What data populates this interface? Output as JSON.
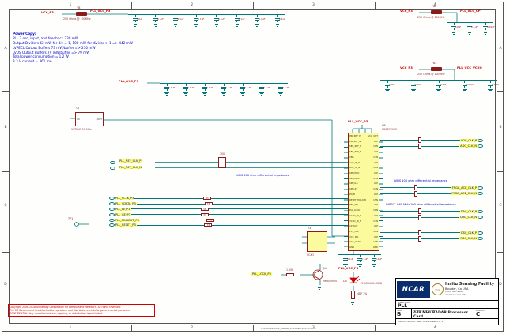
{
  "sheet": {
    "cols": [
      "1",
      "2",
      "3",
      "4"
    ],
    "rows": [
      "A",
      "B",
      "C",
      "D"
    ],
    "file_path": "C:\\EDA\\449MHz_RADAR_Processor\\PLL.SchDoc"
  },
  "notes": {
    "title": "Power Copy:",
    "lines": [
      "PLL 3 osc, input, and feedback 330 mW",
      "Output Dividers 62 mW for div = 1, 100 mW for divider > 1 => 442 mW",
      "LVPECL Output Buffers 73 mW/buffer => 230 mW",
      "LVDS Output Buffers 79 mW/buffer => 79 mW",
      "Total power consumption = 1.2 W",
      "3.3 V current = 361 mA"
    ]
  },
  "power": {
    "fb1": {
      "ref": "FB1",
      "value": "250 Ohms @ 100MHz",
      "net_in": "VCC_P3",
      "net_out": "PLL_VCC_P3"
    },
    "fb2": {
      "ref": "FB2",
      "value": "250 Ohms @ 100MHz",
      "net_in": "VCC_P3",
      "net_out": "PLL_VCC_CP"
    },
    "fb3": {
      "ref": "FB3",
      "value": "250 Ohms @ 100MHz",
      "net_in": "VCC_P3",
      "net_out": "PLL_VCC_VCXO"
    }
  },
  "cap_banks": {
    "bank1": {
      "net": "PLL_VCC_P3",
      "caps": [
        "10uF",
        "0.1uF",
        "0.1uF",
        "0.1uF",
        "0.1uF",
        "0.1uF",
        "0.1uF",
        "0.1uF"
      ]
    },
    "bank2": {
      "net": "PLL_VCC_P3",
      "caps": [
        "0.1uF",
        "0.1uF",
        "0.1uF",
        "0.1uF",
        "0.1uF",
        "0.1uF",
        "0.1uF"
      ]
    },
    "bank3": {
      "caps": [
        "10uF",
        "0.1uF",
        "0.01uF"
      ]
    },
    "bank4": {
      "caps": [
        "10uF",
        "0.1uF",
        "0.1uF",
        "0.01uF",
        "0.01uF"
      ]
    },
    "bank5": {
      "caps": [
        "0.1uF",
        "0.1uF",
        "0.1uF"
      ]
    }
  },
  "vcxo": {
    "ref": "Y2",
    "value": "VCTCXO 10 MHz",
    "pin_vc": "VC",
    "pin_out": "OUT"
  },
  "osc2": {
    "ref": "Y3",
    "value": "VCXO"
  },
  "testpoint": {
    "ref": "TP1"
  },
  "refclk": {
    "p": "PLL_REF_CLK_P",
    "n": "PLL_REF_CLK_N",
    "term": "100",
    "note": "LVDS 100 ohm differential impedance"
  },
  "spi": {
    "items": [
      {
        "name": "PLL_SCLK_P3",
        "r": "33"
      },
      {
        "name": "PLL_SDATA_P3",
        "r": "33"
      },
      {
        "name": "PLL_LE_P3",
        "r": "33"
      },
      {
        "name": "PLL_CE_P3",
        "r": "33"
      },
      {
        "name": "PLL_MUXOUT_P3",
        "r": "33"
      },
      {
        "name": "PLL_RESET_P3",
        "r": "33"
      }
    ]
  },
  "chip": {
    "ref": "U6",
    "part": "CDCE72010",
    "top_net": "PLL_VCC_P3",
    "left_pins": [
      "PRI_REF_P",
      "PRI_REF_N",
      "SEC_REF_P",
      "SEC_REF_N",
      "VBB",
      "AUX_IN_P",
      "AUX_IN_N",
      "SPI_MISO",
      "SPI_MOSI",
      "SPI_CLK",
      "SPI_LE",
      "PD_B",
      "RESET_HOLD_B",
      "REF_SEL",
      "PLL_LOCK",
      "VCXO_IN_P",
      "VCXO_IN_N",
      "CP_OUT",
      "EXT_CAP",
      "VCC_PLL",
      "VCC_VCXO",
      "GND"
    ],
    "right_pins": [
      "VCC_OUT",
      "U0P",
      "U0N",
      "U1P",
      "U1N",
      "U2P",
      "U2N",
      "U3P",
      "U3N",
      "U4P",
      "U4N",
      "U5P",
      "U5N",
      "U6P",
      "U6N",
      "U7P",
      "U7N",
      "U8P",
      "U8N",
      "U9P",
      "U9N",
      "GND"
    ]
  },
  "right_nets": {
    "lvds_note": "LVDS 100 ohm differential impedance",
    "lvpecl_note": "LVPECL 860 MHz 100 ohm differential impedance",
    "pairs": [
      [
        "ADC_CLK_P",
        "ADC_CLK_N"
      ],
      [
        "FPGA_ACE_CLK_P",
        "FPGA_ACE_CLK_N"
      ],
      [
        "DAC_CLK_P",
        "DAC_CLK_N"
      ],
      [
        "OSC_CLK_P",
        "OSC_CLK_N"
      ]
    ]
  },
  "lock": {
    "tag": "PLL_LOCK_P3",
    "rbase_value": "1.00K",
    "q_ref": "Q4",
    "q_part": "MMBT3904",
    "led_ref": "D4",
    "led_part": "TLMO1100-GS08",
    "rled_value": "487 1%",
    "vcc": "PLL_VCC_P3"
  },
  "titleblock": {
    "logo": "NCAR",
    "badge": "EOL",
    "org": "Insitu Sensing Facility",
    "city": "Boulder, Co USA",
    "phone": "(303) 497-2061",
    "web": "www.eol.ucar.edu",
    "sheet_title_label": "Sheet Title",
    "sheet_title": "PLL",
    "size_label": "Size",
    "size": "B",
    "project_label": "Project / Part Number",
    "project": "449 MHz RADAR Processor Card",
    "rev_label": "Revision",
    "rev": "C",
    "footer": "File: PLL.SchDoc    Date: 2018    Sheet 1 of 1"
  },
  "copyright": {
    "lines": [
      "Copyright 2006-2018 University Corporation for Atmospheric Research. All rights reserved.",
      "The US Government is authorized to reproduce and distribute reprints for governmental purposes.",
      "CONFIDENTIAL: Any unauthorized use, copying, or distribution is prohibited."
    ]
  }
}
